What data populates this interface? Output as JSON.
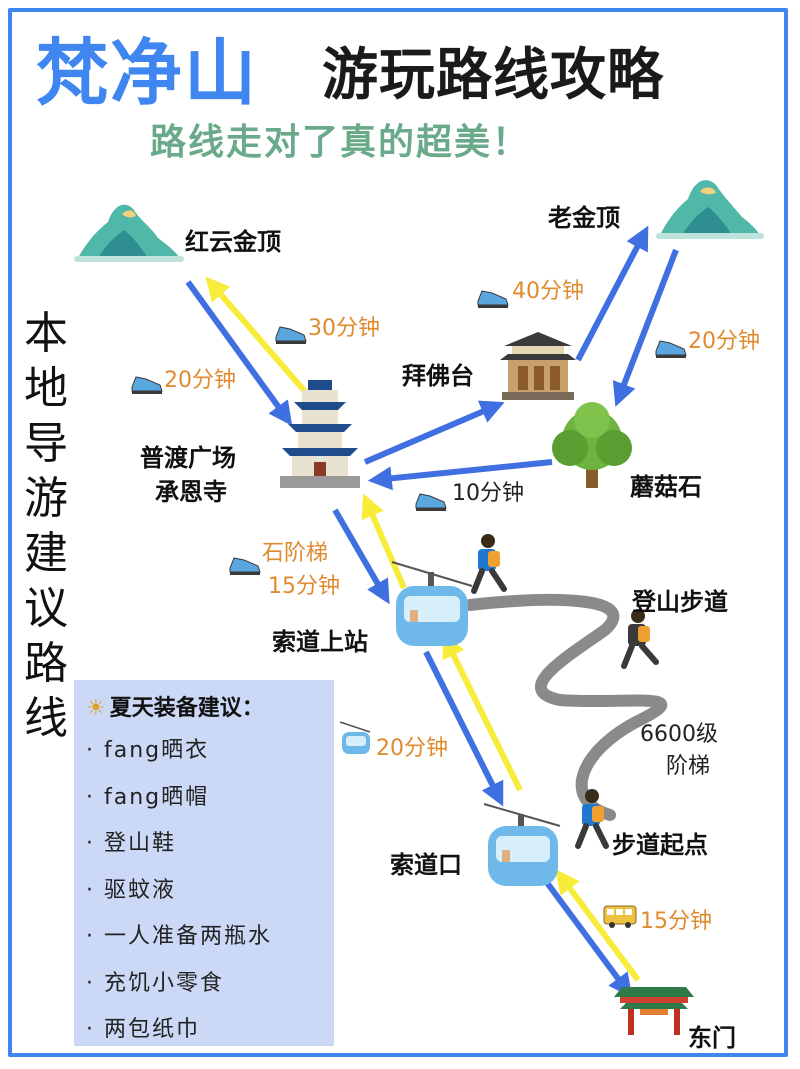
{
  "title": {
    "main": "梵净山",
    "sub": "游玩路线攻略"
  },
  "tagline": "路线走对了真的超美！",
  "side_caption": "本地导游建议路线",
  "places": {
    "hongyun": "红云金顶",
    "laojin": "老金顶",
    "baifo": "拜佛台",
    "pudu_line1": "普渡广场",
    "pudu_line2": "承恩寺",
    "mogu": "蘑菇石",
    "upper_station": "索道上站",
    "trail": "登山步道",
    "trail_start": "步道起点",
    "cable_entrance": "索道口",
    "east_gate": "东门"
  },
  "times": {
    "to_hongyun": "30分钟",
    "from_hongyun": "20分钟",
    "to_laojin": "40分钟",
    "from_laojin": "20分钟",
    "mogu_to_pudu": "10分钟",
    "stairs_line1": "石阶梯",
    "stairs_line2": "15分钟",
    "cableway": "20分钟",
    "bus": "15分钟"
  },
  "trail_steps_line1": "6600级",
  "trail_steps_line2": "阶梯",
  "summer_tips": {
    "title": "夏天装备建议：",
    "items": [
      "fang晒衣",
      "fang晒帽",
      "登山鞋",
      "驱蚊液",
      "一人准备两瓶水",
      "充饥小零食",
      "两包纸巾"
    ]
  },
  "colors": {
    "accent": "#3f86f0",
    "arrow_blue": "#3f6fe0",
    "arrow_yellow": "#f7ec3a",
    "trail": "#8a8a8a",
    "time": "#e08a2e",
    "tagline": "#6aaa8a",
    "panel": "#ccd9f6"
  },
  "icons": [
    "mountain-icon",
    "temple-icon",
    "pavilion-icon",
    "tree-icon",
    "cable-car-icon",
    "hiker-icon",
    "sneaker-icon",
    "bus-icon",
    "gate-icon",
    "sun-icon"
  ]
}
